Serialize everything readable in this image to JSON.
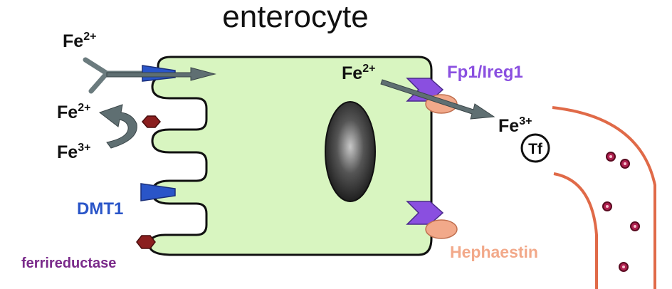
{
  "title": "enterocyte",
  "ions": {
    "fe2_top": {
      "base": "Fe",
      "charge": "2+"
    },
    "fe2_left": {
      "base": "Fe",
      "charge": "2+"
    },
    "fe3_left": {
      "base": "Fe",
      "charge": "3+"
    },
    "fe2_cell": {
      "base": "Fe",
      "charge": "2+"
    },
    "fe3_right": {
      "base": "Fe",
      "charge": "3+"
    }
  },
  "labels": {
    "dmt1": "DMT1",
    "ferrireductase": "ferrireductase",
    "fp1": "Fp1/Ireg1",
    "hephaestin": "Hephaestin",
    "tf": "Tf"
  },
  "colors": {
    "cell_fill": "#d8f5c0",
    "outline": "#111111",
    "dmt1": "#2a55c8",
    "ferrireductase_label": "#7a2a8a",
    "ferrireductase_shape": "#8b1f1f",
    "fp1": "#8a4fe0",
    "hephaestin": "#f2a98a",
    "arrow": "#5f6f72",
    "vessel": "#e06a48",
    "rbc": "#b02050"
  }
}
